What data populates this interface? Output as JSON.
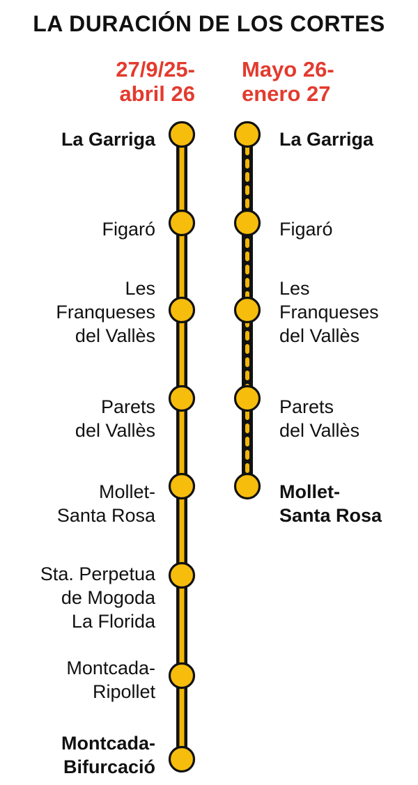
{
  "title": "LA DURACIÓN DE LOS CORTES",
  "colors": {
    "accent": "#e33b2f",
    "line": "#f2b705",
    "stroke": "#111111",
    "station": "#f7bd0d"
  },
  "routes": [
    {
      "period": "27/9/25-\nabril 26",
      "style": "solid",
      "stations": [
        {
          "name": "La Garriga",
          "bold": true
        },
        {
          "name": "Figaró",
          "bold": false
        },
        {
          "name": "Les \nFranqueses\ndel Vallès",
          "bold": false
        },
        {
          "name": "Parets \ndel Vallès",
          "bold": false
        },
        {
          "name": "Mollet-\nSanta Rosa",
          "bold": false
        },
        {
          "name": "Sta. Perpetua\nde Mogoda\nLa Florida",
          "bold": false
        },
        {
          "name": "Montcada-\nRipollet",
          "bold": false
        },
        {
          "name": "Montcada-\nBifurcació",
          "bold": true
        }
      ]
    },
    {
      "period": "Mayo 26-\nenero 27",
      "style": "dashed",
      "stations": [
        {
          "name": "La Garriga",
          "bold": true
        },
        {
          "name": "Figaró",
          "bold": false
        },
        {
          "name": "Les\nFranqueses\ndel Vallès",
          "bold": false
        },
        {
          "name": "Parets\ndel Vallès",
          "bold": false
        },
        {
          "name": "Mollet-\nSanta Rosa",
          "bold": true
        }
      ]
    }
  ]
}
